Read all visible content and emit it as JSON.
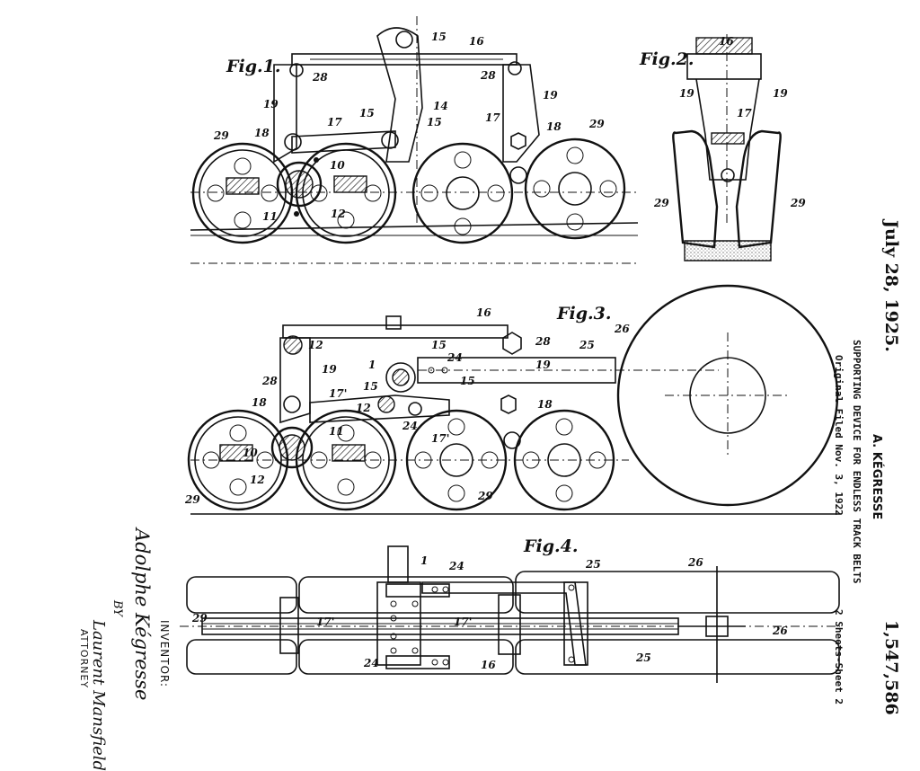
{
  "header": {
    "date": "July 28, 1925.",
    "inventor_name": "A. KÉGRESSE",
    "title": "SUPPORTING DEVICE FOR ENDLESS TRACK BELTS",
    "filed": "Original Filed Nov. 3, 1922",
    "sheets": "2 Sheets-Sheet 2",
    "patent_number": "1,547,586"
  },
  "signature": {
    "inventor_label": "INVENTOR:",
    "inventor_signature": "Adolphe Kégresse",
    "by": "BY",
    "attorney_signature": "Laurent Mansfield",
    "attorney_label": "ATTORNEY"
  },
  "figures": {
    "fig1": {
      "label": "Fig.1.",
      "refs": [
        "15",
        "16",
        "28",
        "28",
        "19",
        "19",
        "14",
        "15",
        "15",
        "17",
        "17",
        "18",
        "18",
        "29",
        "29",
        "10",
        "11",
        "12"
      ]
    },
    "fig2": {
      "label": "Fig.2.",
      "refs": [
        "16",
        "19",
        "19",
        "17",
        "29",
        "29"
      ]
    },
    "fig3": {
      "label": "Fig.3.",
      "refs": [
        "16",
        "12",
        "15",
        "28",
        "28",
        "24",
        "25",
        "26",
        "19",
        "19",
        "1",
        "15",
        "15",
        "17'",
        "18",
        "18",
        "12",
        "24",
        "17'",
        "11",
        "10",
        "12",
        "29",
        "29"
      ]
    },
    "fig4": {
      "label": "Fig.4.",
      "refs": [
        "1",
        "24",
        "25",
        "26",
        "29",
        "17'",
        "17'",
        "25",
        "26",
        "24",
        "16"
      ]
    }
  }
}
